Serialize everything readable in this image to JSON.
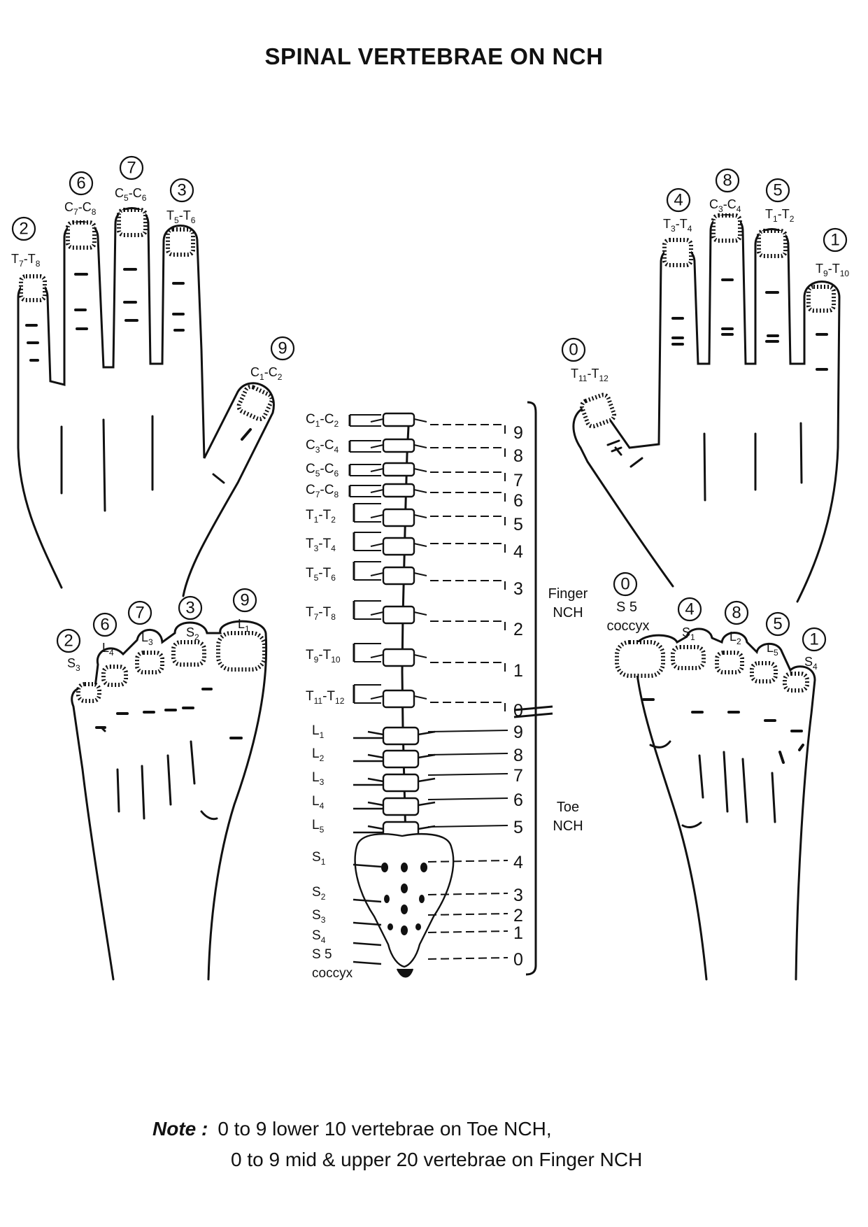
{
  "title": "SPINAL VERTEBRAE ON NCH",
  "left_hand": [
    {
      "circle": "2",
      "label": "T7-T8",
      "base": "T",
      "s1": "7",
      "s2": "8"
    },
    {
      "circle": "6",
      "label": "C7-C8",
      "base": "C",
      "s1": "7",
      "s2": "8"
    },
    {
      "circle": "7",
      "label": "C5-C6",
      "base": "C",
      "s1": "5",
      "s2": "6"
    },
    {
      "circle": "3",
      "label": "T5-T6",
      "base": "T",
      "s1": "5",
      "s2": "6"
    },
    {
      "circle": "9",
      "label": "C1-C2",
      "base": "C",
      "s1": "1",
      "s2": "2"
    }
  ],
  "right_hand": [
    {
      "circle": "0",
      "label": "T11-T12",
      "base": "T",
      "s1": "11",
      "s2": "12"
    },
    {
      "circle": "4",
      "label": "T3-T4",
      "base": "T",
      "s1": "3",
      "s2": "4"
    },
    {
      "circle": "8",
      "label": "C3-C4",
      "base": "C",
      "s1": "3",
      "s2": "4"
    },
    {
      "circle": "5",
      "label": "T1-T2",
      "base": "T",
      "s1": "1",
      "s2": "2"
    },
    {
      "circle": "1",
      "label": "T9-T10",
      "base": "T",
      "s1": "9",
      "s2": "10"
    }
  ],
  "left_foot": [
    {
      "circle": "2",
      "label": "S3",
      "base": "S",
      "sub": "3"
    },
    {
      "circle": "6",
      "label": "L4",
      "base": "L",
      "sub": "4"
    },
    {
      "circle": "7",
      "label": "L3",
      "base": "L",
      "sub": "3"
    },
    {
      "circle": "3",
      "label": "S2",
      "base": "S",
      "sub": "2"
    },
    {
      "circle": "9",
      "label": "L1",
      "base": "L",
      "sub": "1"
    }
  ],
  "right_foot": [
    {
      "circle": "0",
      "label": "S 5",
      "line2": "coccyx"
    },
    {
      "circle": "4",
      "label": "S1",
      "base": "S",
      "sub": "1"
    },
    {
      "circle": "8",
      "label": "L2",
      "base": "L",
      "sub": "2"
    },
    {
      "circle": "5",
      "label": "L5",
      "base": "L",
      "sub": "5"
    },
    {
      "circle": "1",
      "label": "S4",
      "base": "S",
      "sub": "4"
    }
  ],
  "spine_finger": [
    {
      "label": "C1-C2",
      "base": "C",
      "s1": "1",
      "s2": "2",
      "num": "9"
    },
    {
      "label": "C3-C4",
      "base": "C",
      "s1": "3",
      "s2": "4",
      "num": "8"
    },
    {
      "label": "C5-C6",
      "base": "C",
      "s1": "5",
      "s2": "6",
      "num": "7"
    },
    {
      "label": "C7-C8",
      "base": "C",
      "s1": "7",
      "s2": "8",
      "num": "6"
    },
    {
      "label": "T1-T2",
      "base": "T",
      "s1": "1",
      "s2": "2",
      "num": "5"
    },
    {
      "label": "T3-T4",
      "base": "T",
      "s1": "3",
      "s2": "4",
      "num": "4"
    },
    {
      "label": "T5-T6",
      "base": "T",
      "s1": "5",
      "s2": "6",
      "num": "3"
    },
    {
      "label": "T7-T8",
      "base": "T",
      "s1": "7",
      "s2": "8",
      "num": "2"
    },
    {
      "label": "T9-T10",
      "base": "T",
      "s1": "9",
      "s2": "10",
      "num": "1"
    },
    {
      "label": "T11-T12",
      "base": "T",
      "s1": "11",
      "s2": "12",
      "num": "0"
    }
  ],
  "spine_toe": [
    {
      "label": "L1",
      "base": "L",
      "sub": "1",
      "num": "9"
    },
    {
      "label": "L2",
      "base": "L",
      "sub": "2",
      "num": "8"
    },
    {
      "label": "L3",
      "base": "L",
      "sub": "3",
      "num": "7"
    },
    {
      "label": "L4",
      "base": "L",
      "sub": "4",
      "num": "6"
    },
    {
      "label": "L5",
      "base": "L",
      "sub": "5",
      "num": "5"
    },
    {
      "label": "S1",
      "base": "S",
      "sub": "1",
      "num": "4"
    },
    {
      "label": "S2",
      "base": "S",
      "sub": "2",
      "num": "3"
    },
    {
      "label": "S3",
      "base": "S",
      "sub": "3",
      "num": "2"
    },
    {
      "label": "S4",
      "base": "S",
      "sub": "4",
      "num": "1"
    },
    {
      "label": "S 5",
      "line2": "coccyx",
      "num": "0"
    }
  ],
  "finger_nch": "Finger\nNCH",
  "toe_nch": "Toe\nNCH",
  "note": {
    "label": "Note :",
    "line1": "0 to 9 lower 10 vertebrae on Toe NCH,",
    "line2": "0 to 9 mid & upper 20 vertebrae on Finger NCH"
  }
}
